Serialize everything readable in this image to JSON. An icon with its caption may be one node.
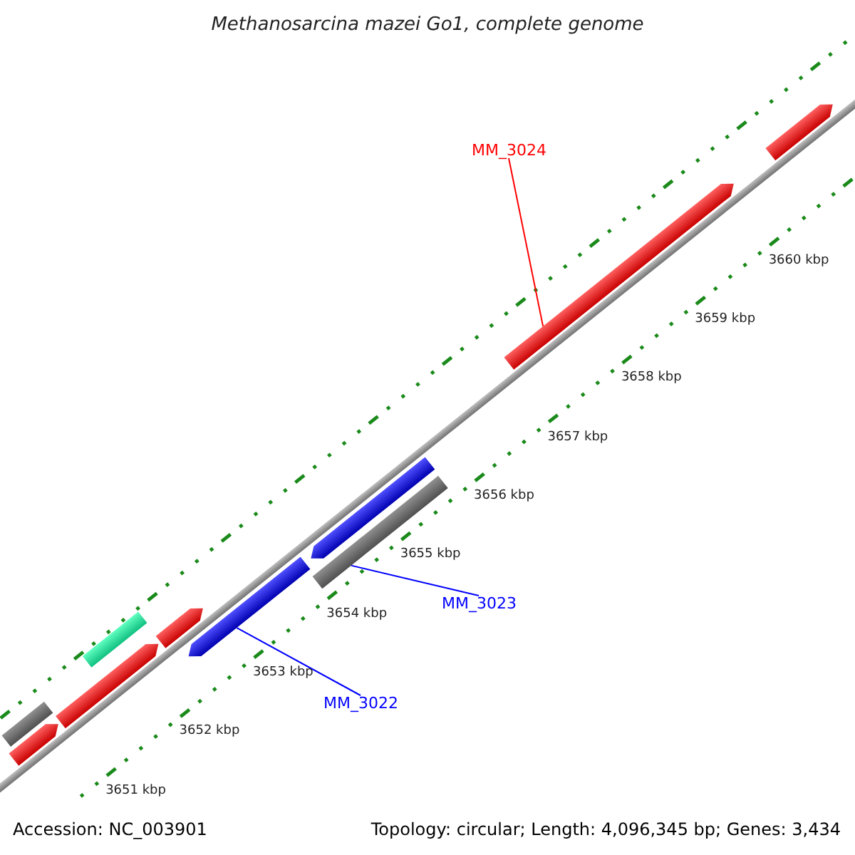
{
  "diagram": {
    "title": "Methanosarcina mazei Go1, complete genome",
    "nodes": [
      {
        "text": [
          "MM_3024"
        ]
      },
      {
        "text": [
          "MM_3023"
        ]
      },
      {
        "text": [
          "MM_3022"
        ]
      },
      {
        "text": [],
        "shape": "bar"
      },
      {
        "text": [],
        "shape": "bar"
      },
      {
        "text": [],
        "shape": "bar"
      },
      {
        "text": [],
        "shape": "bar"
      },
      {
        "text": [],
        "shape": "bar"
      },
      {
        "text": [],
        "shape": "bar"
      },
      {
        "text": [],
        "shape": "bar"
      },
      {
        "text": [],
        "shape": "bar"
      },
      {
        "text": [],
        "shape": "bar"
      },
      {
        "text": [],
        "shape": "bar"
      }
    ],
    "edges": [
      {
        "from": 0,
        "to": 11,
        "arrow": "none",
        "color": "#ff0000"
      },
      {
        "from": 1,
        "to": 10,
        "arrow": "none",
        "color": "#0000ff"
      },
      {
        "from": 2,
        "to": 8,
        "arrow": "none",
        "color": "#0000ff"
      }
    ],
    "labels": [
      "3660 kbp",
      "3659 kbp",
      "3658 kbp",
      "3657 kbp",
      "3656 kbp",
      "3655 kbp",
      "3654 kbp",
      "3653 kbp",
      "3652 kbp",
      "3651 kbp",
      "Accession: NC_003901",
      "Topology: circular; Length: 4,096,345 bp; Genes: 3,434"
    ]
  }
}
